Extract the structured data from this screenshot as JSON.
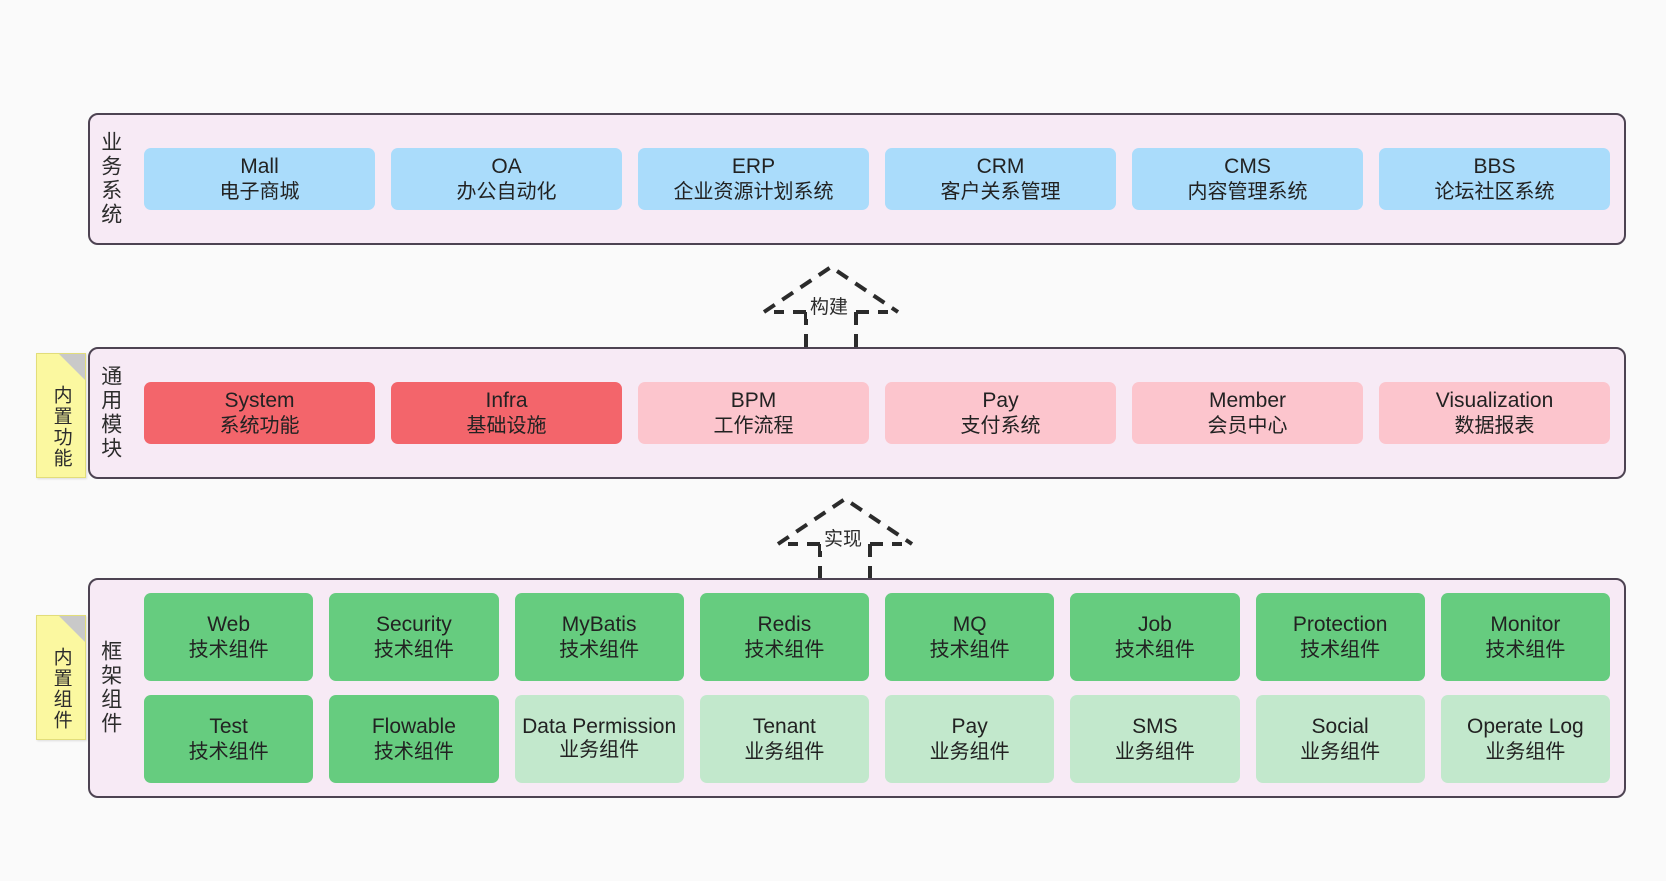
{
  "diagram": {
    "background_color": "#fafafa",
    "panel_color": "#f7eaf5",
    "panel_border_color": "#4d4352",
    "sticky_color": "#fbf8a0"
  },
  "layers": [
    {
      "id": "business-system",
      "title": "业务系统",
      "sticky": null,
      "rows": [
        {
          "cards": [
            {
              "en": "Mall",
              "cn": "电子商城",
              "color": "#aadcfb",
              "variant": "c-blue"
            },
            {
              "en": "OA",
              "cn": "办公自动化",
              "color": "#aadcfb",
              "variant": "c-blue"
            },
            {
              "en": "ERP",
              "cn": "企业资源计划系统",
              "color": "#aadcfb",
              "variant": "c-blue"
            },
            {
              "en": "CRM",
              "cn": "客户关系管理",
              "color": "#aadcfb",
              "variant": "c-blue"
            },
            {
              "en": "CMS",
              "cn": "内容管理系统",
              "color": "#aadcfb",
              "variant": "c-blue"
            },
            {
              "en": "BBS",
              "cn": "论坛社区系统",
              "color": "#aadcfb",
              "variant": "c-blue"
            }
          ]
        }
      ]
    },
    {
      "id": "common-module",
      "title": "通用模块",
      "sticky": "内置功能",
      "rows": [
        {
          "cards": [
            {
              "en": "System",
              "cn": "系统功能",
              "color": "#f3656b",
              "variant": "c-red"
            },
            {
              "en": "Infra",
              "cn": "基础设施",
              "color": "#f3656b",
              "variant": "c-red"
            },
            {
              "en": "BPM",
              "cn": "工作流程",
              "color": "#fcc5cd",
              "variant": "c-pink"
            },
            {
              "en": "Pay",
              "cn": "支付系统",
              "color": "#fcc5cd",
              "variant": "c-pink"
            },
            {
              "en": "Member",
              "cn": "会员中心",
              "color": "#fcc5cd",
              "variant": "c-pink"
            },
            {
              "en": "Visualization",
              "cn": "数据报表",
              "color": "#fcc5cd",
              "variant": "c-pink"
            }
          ]
        }
      ]
    },
    {
      "id": "framework-component",
      "title": "框架组件",
      "sticky": "内置组件",
      "rows": [
        {
          "cards": [
            {
              "en": "Web",
              "cn": "技术组件",
              "color": "#66cc7f",
              "variant": "c-green"
            },
            {
              "en": "Security",
              "cn": "技术组件",
              "color": "#66cc7f",
              "variant": "c-green"
            },
            {
              "en": "MyBatis",
              "cn": "技术组件",
              "color": "#66cc7f",
              "variant": "c-green"
            },
            {
              "en": "Redis",
              "cn": "技术组件",
              "color": "#66cc7f",
              "variant": "c-green"
            },
            {
              "en": "MQ",
              "cn": "技术组件",
              "color": "#66cc7f",
              "variant": "c-green"
            },
            {
              "en": "Job",
              "cn": "技术组件",
              "color": "#66cc7f",
              "variant": "c-green"
            },
            {
              "en": "Protection",
              "cn": "技术组件",
              "color": "#66cc7f",
              "variant": "c-green"
            },
            {
              "en": "Monitor",
              "cn": "技术组件",
              "color": "#66cc7f",
              "variant": "c-green"
            }
          ]
        },
        {
          "cards": [
            {
              "en": "Test",
              "cn": "技术组件",
              "color": "#66cc7f",
              "variant": "c-green"
            },
            {
              "en": "Flowable",
              "cn": "技术组件",
              "color": "#66cc7f",
              "variant": "c-green"
            },
            {
              "en": "Data Permission",
              "cn": "业务组件",
              "color": "#c2e8cc",
              "variant": "c-lightgreen",
              "wrap": true
            },
            {
              "en": "Tenant",
              "cn": "业务组件",
              "color": "#c2e8cc",
              "variant": "c-lightgreen"
            },
            {
              "en": "Pay",
              "cn": "业务组件",
              "color": "#c2e8cc",
              "variant": "c-lightgreen"
            },
            {
              "en": "SMS",
              "cn": "业务组件",
              "color": "#c2e8cc",
              "variant": "c-lightgreen"
            },
            {
              "en": "Social",
              "cn": "业务组件",
              "color": "#c2e8cc",
              "variant": "c-lightgreen"
            },
            {
              "en": "Operate Log",
              "cn": "业务组件",
              "color": "#c2e8cc",
              "variant": "c-lightgreen"
            }
          ]
        }
      ]
    }
  ],
  "connectors": [
    {
      "id": "build",
      "label": "构建",
      "direction": "up",
      "from": "common-module",
      "to": "business-system"
    },
    {
      "id": "implement",
      "label": "实现",
      "direction": "up",
      "from": "framework-component",
      "to": "common-module"
    }
  ]
}
